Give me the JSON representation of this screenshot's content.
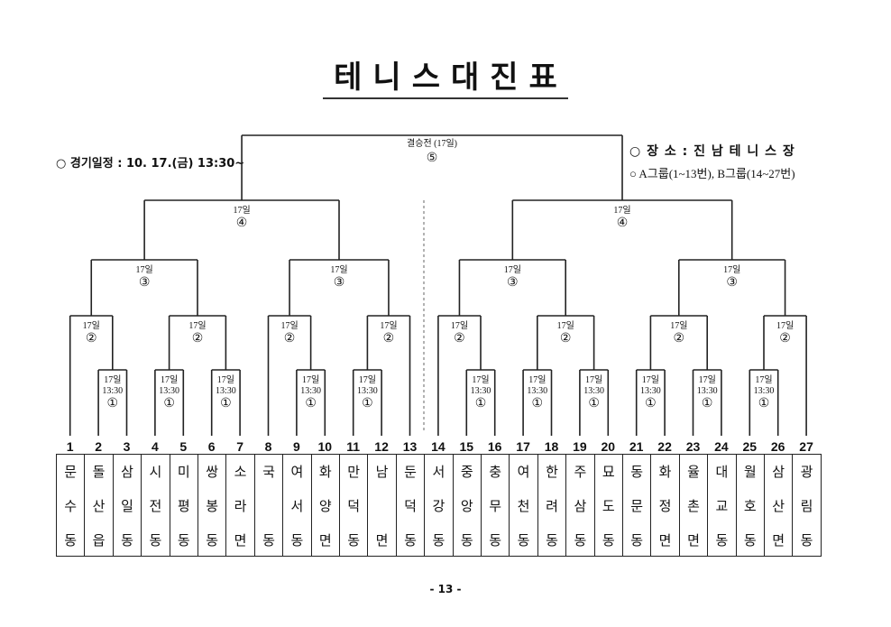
{
  "title": "테니스대진표",
  "schedule": "○ 경기일정 : 10. 17.(금) 13:30~",
  "venue": "○ 장 소 : 진 남 테 니 스 장",
  "groups": "○  A그룹(1~13번), B그룹(14~27번)",
  "final": {
    "label": "결승전 (17일)",
    "round": "⑤"
  },
  "round_labels": {
    "r1": {
      "date": "17일",
      "time": "13:30",
      "round": "①"
    },
    "r2": {
      "date": "17일",
      "round": "②"
    },
    "r3": {
      "date": "17일",
      "round": "③"
    },
    "r4": {
      "date": "17일",
      "round": "④"
    }
  },
  "players": [
    {
      "no": "1",
      "name": [
        "문",
        "수",
        "동"
      ]
    },
    {
      "no": "2",
      "name": [
        "돌",
        "산",
        "읍"
      ]
    },
    {
      "no": "3",
      "name": [
        "삼",
        "일",
        "동"
      ]
    },
    {
      "no": "4",
      "name": [
        "시",
        "전",
        "동"
      ]
    },
    {
      "no": "5",
      "name": [
        "미",
        "평",
        "동"
      ]
    },
    {
      "no": "6",
      "name": [
        "쌍",
        "봉",
        "동"
      ]
    },
    {
      "no": "7",
      "name": [
        "소",
        "라",
        "면"
      ]
    },
    {
      "no": "8",
      "name": [
        "국",
        "",
        "동"
      ]
    },
    {
      "no": "9",
      "name": [
        "여",
        "서",
        "동"
      ]
    },
    {
      "no": "10",
      "name": [
        "화",
        "양",
        "면"
      ]
    },
    {
      "no": "11",
      "name": [
        "만",
        "덕",
        "동"
      ]
    },
    {
      "no": "12",
      "name": [
        "남",
        "",
        "면"
      ]
    },
    {
      "no": "13",
      "name": [
        "둔",
        "덕",
        "동"
      ]
    },
    {
      "no": "14",
      "name": [
        "서",
        "강",
        "동"
      ]
    },
    {
      "no": "15",
      "name": [
        "중",
        "앙",
        "동"
      ]
    },
    {
      "no": "16",
      "name": [
        "충",
        "무",
        "동"
      ]
    },
    {
      "no": "17",
      "name": [
        "여",
        "천",
        "동"
      ]
    },
    {
      "no": "18",
      "name": [
        "한",
        "려",
        "동"
      ]
    },
    {
      "no": "19",
      "name": [
        "주",
        "삼",
        "동"
      ]
    },
    {
      "no": "20",
      "name": [
        "묘",
        "도",
        "동"
      ]
    },
    {
      "no": "21",
      "name": [
        "동",
        "문",
        "동"
      ]
    },
    {
      "no": "22",
      "name": [
        "화",
        "정",
        "면"
      ]
    },
    {
      "no": "23",
      "name": [
        "율",
        "촌",
        "면"
      ]
    },
    {
      "no": "24",
      "name": [
        "대",
        "교",
        "동"
      ]
    },
    {
      "no": "25",
      "name": [
        "월",
        "호",
        "동"
      ]
    },
    {
      "no": "26",
      "name": [
        "삼",
        "산",
        "면"
      ]
    },
    {
      "no": "27",
      "name": [
        "광",
        "림",
        "동"
      ]
    }
  ],
  "page_number": "- 13 -"
}
